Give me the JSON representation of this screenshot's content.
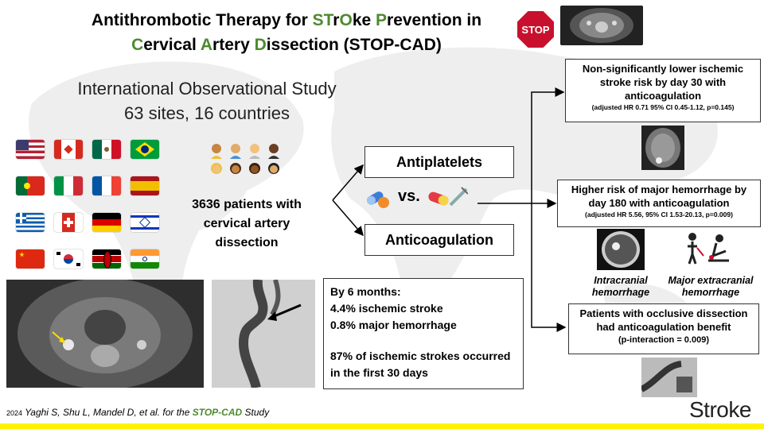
{
  "title": {
    "line1_parts": [
      "Antithrombotic Therapy for ",
      "ST",
      "r",
      "O",
      "ke ",
      "P",
      "revention in"
    ],
    "line2_parts": [
      "C",
      "ervical ",
      "A",
      "rtery ",
      "D",
      "issection (STOP-CAD)"
    ]
  },
  "stop_sign_text": "STOP",
  "study": {
    "line1": "International Observational Study",
    "line2": "63 sites, 16 countries"
  },
  "flags": [
    "usa",
    "canada",
    "mexico",
    "brazil",
    "portugal",
    "italy",
    "france",
    "spain",
    "greece",
    "switzerland",
    "germany",
    "israel",
    "china",
    "south-korea",
    "kenya",
    "india"
  ],
  "patients": {
    "text": "3636 patients with cervical artery dissection"
  },
  "options": {
    "antiplatelets": "Antiplatelets",
    "vs": "vs.",
    "anticoagulation": "Anticoagulation"
  },
  "results": [
    {
      "main": "Non-significantly lower ischemic stroke risk by day 30 with anticoagulation",
      "sub": "(adjusted HR 0.71 95% CI 0.45-1.12, p=0.145)"
    },
    {
      "main": "Higher risk of major hemorrhage by day 180 with anticoagulation",
      "sub": "(adjusted HR 5.56, 95% CI 1.53-20.13, p=0.009)"
    },
    {
      "main": "Patients with occlusive dissection had anticoagulation benefit",
      "sub": "(p-interaction = 0.009)"
    }
  ],
  "captions": {
    "intracranial": "Intracranial hemorrhage",
    "extracranial": "Major extracranial hemorrhage"
  },
  "six_months": {
    "heading": "By 6 months:",
    "line1": "4.4% ischemic stroke",
    "line2": "0.8% major hemorrhage",
    "line3": "87% of ischemic strokes occurred in the first 30 days"
  },
  "citation": {
    "year": "2024",
    "text": "Yaghi S, Shu L, Mandel D, et al. for the ",
    "study": "STOP-CAD",
    "tail": " Study"
  },
  "brand": "Stroke",
  "colors": {
    "green": "#4e8a2e",
    "red": "#c8102e",
    "yellow": "#fff200"
  }
}
